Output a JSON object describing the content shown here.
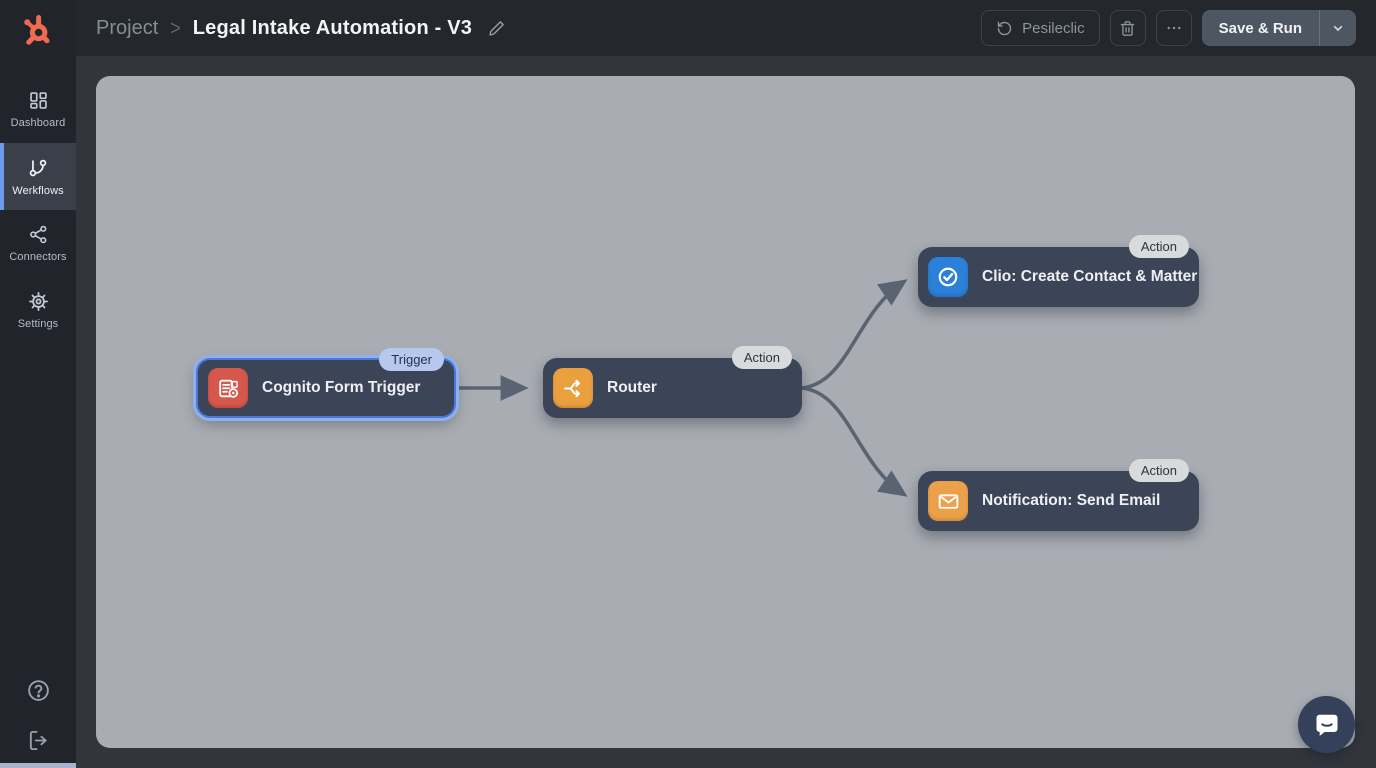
{
  "header": {
    "breadcrumb_root": "Project",
    "breadcrumb_separator": ">",
    "title": "Legal Intake Automation - V3",
    "restore_button_label": "Pesileclic",
    "save_run_label": "Save & Run"
  },
  "sidebar": {
    "items": [
      {
        "label": "Dashboard",
        "icon": "dashboard-grid-icon",
        "active": false
      },
      {
        "label": "Werkflows",
        "icon": "workflow-branch-icon",
        "active": true
      },
      {
        "label": "Connectors",
        "icon": "share-nodes-icon",
        "active": false
      },
      {
        "label": "Settings",
        "icon": "gear-icon",
        "active": false
      }
    ]
  },
  "canvas": {
    "nodes": [
      {
        "badge": "Trigger",
        "title": "Cognito Form Trigger",
        "icon": "form-trigger-icon",
        "icon_color": "#d8574c",
        "selected": true
      },
      {
        "badge": "Action",
        "title": "Router",
        "icon": "router-split-icon",
        "icon_color": "#eba03f",
        "selected": false
      },
      {
        "badge": "Action",
        "title": "Clio: Create Contact & Matter",
        "icon": "check-circle-icon",
        "icon_color": "#2b80d9",
        "selected": false
      },
      {
        "badge": "Action",
        "title": "Notification: Send Email",
        "icon": "mail-icon",
        "icon_color": "#eba14a",
        "selected": false
      }
    ]
  },
  "colors": {
    "brand_orange": "#f06a4f",
    "sidebar_bg": "#21252b",
    "header_bg": "#24282d",
    "canvas_bg": "#a9adb3",
    "node_bg": "#3c4557",
    "edge": "#5a6372",
    "selected_border": "#4879de",
    "trigger_badge_bg": "#b7c8ef",
    "action_badge_bg": "#d8dadc",
    "nav_active_accent": "#6f9bec",
    "save_button_bg": "#4e5761"
  }
}
